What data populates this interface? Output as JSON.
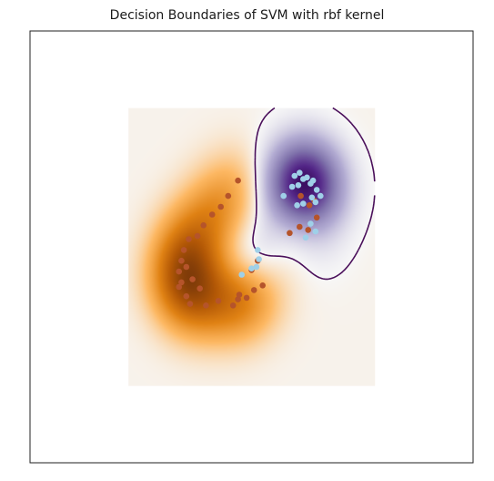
{
  "chart_data": {
    "type": "scatter",
    "title": "Decision Boundaries of SVM with rbf kernel",
    "xlabel": "",
    "ylabel": "",
    "grid": false,
    "axis_ticks": false,
    "xlim": [
      -1.8,
      1.8
    ],
    "ylim": [
      -1.4,
      1.4
    ],
    "data_extent": {
      "x": [
        -1.0,
        1.0
      ],
      "y": [
        -0.9,
        0.9
      ]
    },
    "background": "decision function heatmap (PuOr colormap)",
    "contour_level": 0,
    "contour_color": "#4a0f5a",
    "colors": {
      "class_0": "#b5542b",
      "class_1": "#9fd0e8"
    },
    "series": [
      {
        "points": [
          [
            -0.11,
            0.43
          ],
          [
            -0.19,
            0.33
          ],
          [
            -0.25,
            0.26
          ],
          [
            -0.32,
            0.21
          ],
          [
            -0.39,
            0.14
          ],
          [
            -0.44,
            0.07
          ],
          [
            -0.51,
            0.05
          ],
          [
            -0.55,
            -0.02
          ],
          [
            -0.57,
            -0.09
          ],
          [
            -0.53,
            -0.13
          ],
          [
            -0.59,
            -0.16
          ],
          [
            -0.48,
            -0.21
          ],
          [
            -0.57,
            -0.23
          ],
          [
            -0.59,
            -0.26
          ],
          [
            -0.42,
            -0.27
          ],
          [
            -0.53,
            -0.32
          ],
          [
            -0.5,
            -0.37
          ],
          [
            -0.37,
            -0.38
          ],
          [
            -0.27,
            -0.35
          ],
          [
            -0.15,
            -0.38
          ],
          [
            -0.11,
            -0.34
          ],
          [
            -0.04,
            -0.33
          ],
          [
            0.02,
            -0.28
          ],
          [
            -0.1,
            -0.31
          ],
          [
            0.09,
            -0.25
          ],
          [
            0.0,
            -0.15
          ],
          [
            0.05,
            -0.09
          ],
          [
            0.31,
            0.09
          ],
          [
            0.46,
            0.11
          ],
          [
            0.39,
            0.13
          ],
          [
            0.47,
            0.27
          ],
          [
            0.51,
            0.3
          ],
          [
            0.53,
            0.19
          ],
          [
            0.4,
            0.33
          ]
        ]
      },
      {
        "points": [
          [
            0.35,
            0.46
          ],
          [
            0.39,
            0.48
          ],
          [
            0.42,
            0.44
          ],
          [
            0.45,
            0.45
          ],
          [
            0.48,
            0.41
          ],
          [
            0.5,
            0.43
          ],
          [
            0.38,
            0.4
          ],
          [
            0.33,
            0.39
          ],
          [
            0.53,
            0.37
          ],
          [
            0.56,
            0.33
          ],
          [
            0.52,
            0.29
          ],
          [
            0.42,
            0.28
          ],
          [
            0.49,
            0.32
          ],
          [
            0.37,
            0.27
          ],
          [
            0.26,
            0.33
          ],
          [
            0.44,
            0.06
          ],
          [
            0.48,
            0.15
          ],
          [
            0.52,
            0.1
          ],
          [
            0.05,
            -0.02
          ],
          [
            0.06,
            -0.08
          ],
          [
            0.04,
            -0.13
          ],
          [
            0.0,
            -0.14
          ],
          [
            -0.08,
            -0.18
          ]
        ]
      }
    ]
  }
}
